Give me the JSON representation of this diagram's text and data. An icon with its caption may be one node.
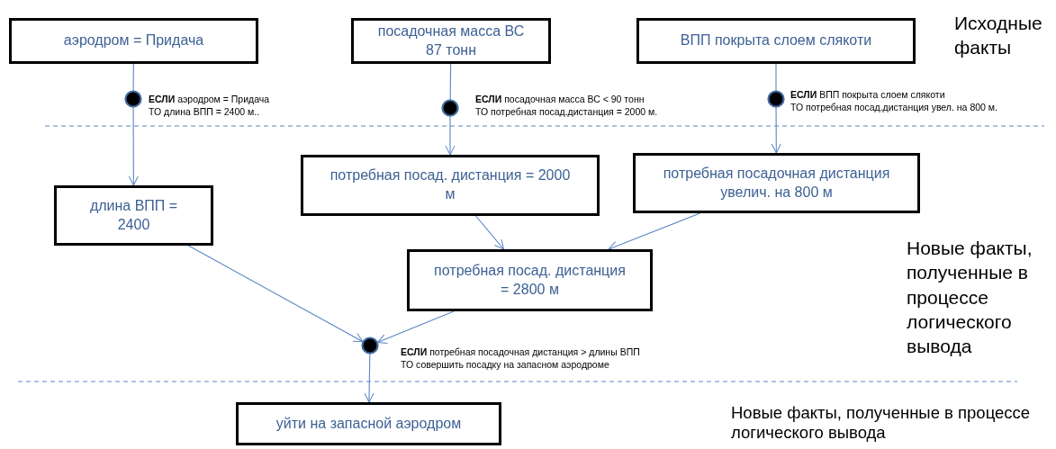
{
  "diagram": {
    "nodes": [
      {
        "text": [
          "аэродром = Придача"
        ]
      },
      {
        "text": [
          "посадочная масса ВС 87 тонн"
        ]
      },
      {
        "text": [
          "ВПП покрыта слоем слякоти"
        ]
      },
      {
        "text": [],
        "shape": "circle",
        "beside": [
          "**ЕСЛИ** аэродром = Придача",
          "ТО длина ВПП = 2400 м.."
        ]
      },
      {
        "text": [],
        "shape": "circle",
        "beside": [
          "**ЕСЛИ** посадочная масса ВС < 90 тонн",
          "ТО потребная посад.дистанция = 2000 м."
        ]
      },
      {
        "text": [],
        "shape": "circle",
        "beside": [
          "**ЕСЛИ** ВПП покрыта слоем слякоти",
          "ТО потребная посад.дистанция увел. на 800 м."
        ]
      },
      {
        "text": [
          "длина ВПП = 2400"
        ]
      },
      {
        "text": [
          "потребная посад. дистанция = 2000 м"
        ]
      },
      {
        "text": [
          "потребная посадочная дистанция увелич. на 800 м"
        ]
      },
      {
        "text": [
          "потребная посад. дистанция = 2800 м"
        ]
      },
      {
        "text": [],
        "shape": "circle",
        "beside": [
          "**ЕСЛИ** потребная посадочная дистанция > длины ВПП",
          "ТО совершить посадку на запасном аэродроме"
        ]
      },
      {
        "text": [
          "уйти на запасной аэродром"
        ]
      }
    ],
    "edges": [
      {
        "from": 0,
        "to": 3,
        "arrow": "none"
      },
      {
        "from": 3,
        "to": 6,
        "arrow": "to"
      },
      {
        "from": 1,
        "to": 4,
        "arrow": "none"
      },
      {
        "from": 4,
        "to": 7,
        "arrow": "to"
      },
      {
        "from": 2,
        "to": 5,
        "arrow": "none"
      },
      {
        "from": 5,
        "to": 8,
        "arrow": "to"
      },
      {
        "from": 7,
        "to": 9,
        "arrow": "to"
      },
      {
        "from": 8,
        "to": 9,
        "arrow": "to"
      },
      {
        "from": 6,
        "to": 10,
        "arrow": "to"
      },
      {
        "from": 9,
        "to": 10,
        "arrow": "to"
      },
      {
        "from": 10,
        "to": 11,
        "arrow": "to"
      }
    ],
    "labels": [
      "Исходные факты",
      "Новые факты, полученные в процессе логического вывода",
      "Новые факты, полученные в процессе логического вывода"
    ]
  }
}
